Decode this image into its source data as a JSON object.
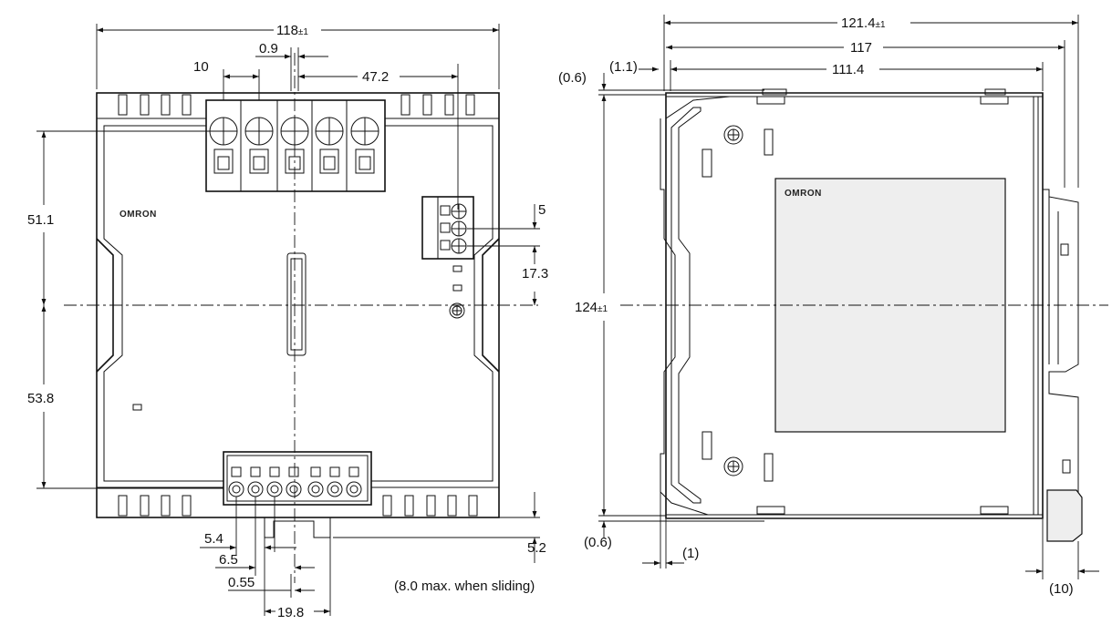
{
  "front_view": {
    "dims": {
      "overall_width": "118",
      "overall_width_tol": "±1",
      "terminal_pitch": "10",
      "center_offset": "0.9",
      "right_terminal": "47.2",
      "upper_height": "51.1",
      "lower_height": "53.8",
      "small_pitch": "5",
      "small_block": "17.3",
      "din_offset": "5.2",
      "din_note": "(8.0 max. when sliding)",
      "bottom_a": "5.4",
      "bottom_b": "6.5",
      "bottom_c": "0.55",
      "bottom_d": "19.8"
    },
    "brand": "OMRON"
  },
  "side_view": {
    "dims": {
      "overall_depth": "121.4",
      "overall_depth_tol": "±1",
      "depth_b": "117",
      "depth_c": "111.4",
      "offset_top": "(1.1)",
      "gap_top": "(0.6)",
      "gap_bottom": "(0.6)",
      "height": "124",
      "height_tol": "±1",
      "thickness": "(1)",
      "rail": "(10)"
    },
    "brand": "OMRON"
  }
}
